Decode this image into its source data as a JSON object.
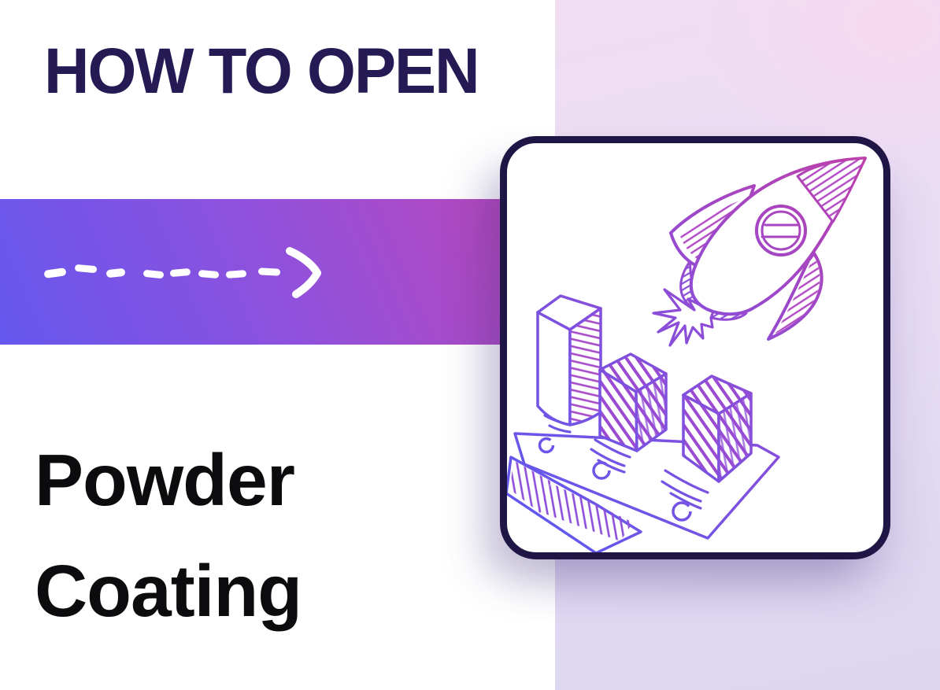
{
  "header": {
    "title": "HOW TO OPEN"
  },
  "subject": {
    "line1": "Powder",
    "line2": "Coating"
  },
  "band": {
    "arrow_icon": "hand-drawn-dashed-arrow-right",
    "arrow_color": "#ffffff",
    "gradient": [
      "#6557ee",
      "#8f51dd",
      "#b847bb"
    ]
  },
  "right_panel": {
    "gradient": [
      "#f0ddf2",
      "#e8ddf5",
      "#dcd6f0"
    ]
  },
  "card": {
    "illustration": "hand-drawn rocket launching above isometric bar blocks on tilted boards",
    "border_color": "#1f1646",
    "background": "#ffffff",
    "stroke_gradient": [
      "#c33ea6",
      "#8f4cd6",
      "#5a5af2"
    ]
  },
  "colors": {
    "title": "#261a54",
    "subject": "#0c0c0e",
    "page_background": "#ffffff"
  }
}
